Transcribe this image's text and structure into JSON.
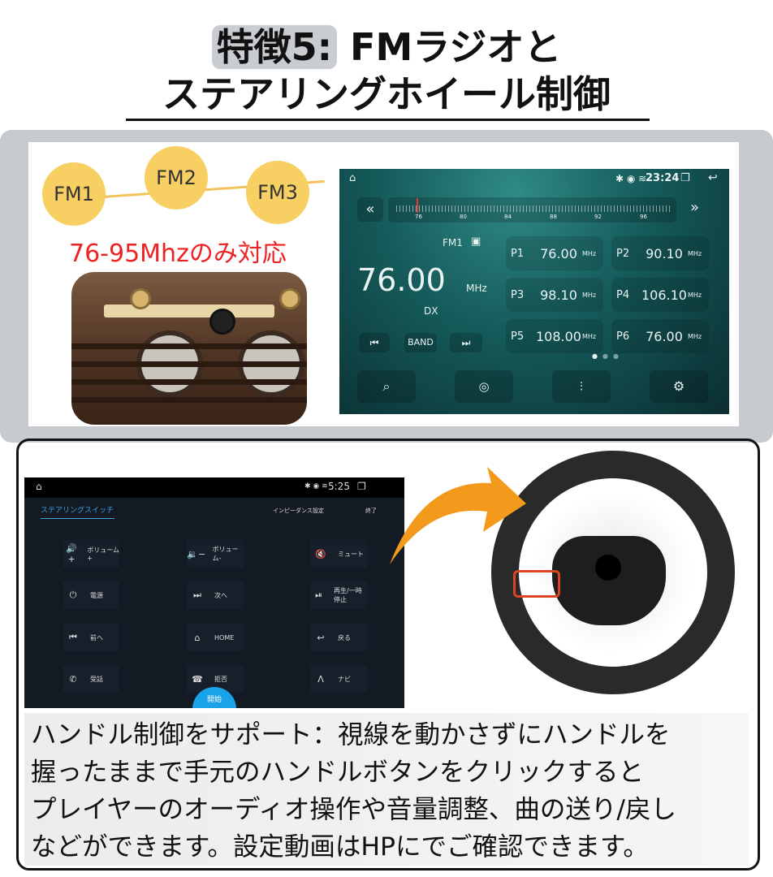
{
  "title": {
    "badge": "特徴5:",
    "line1_rest": " FMラジオと",
    "line2": "ステアリングホイール制御"
  },
  "radio_promo": {
    "bands": [
      "FM1",
      "FM2",
      "FM3"
    ],
    "range_note": "76-95Mhzのみ対応"
  },
  "radio_screen": {
    "time": "23:24",
    "scale_ticks": [
      "76",
      "80",
      "84",
      "88",
      "92",
      "96"
    ],
    "band_label": "FM1",
    "frequency": "76.00",
    "unit": "MHz",
    "dx": "DX",
    "band_button": "BAND",
    "presets": [
      {
        "p": "P1",
        "f": "76.00"
      },
      {
        "p": "P2",
        "f": "90.10"
      },
      {
        "p": "P3",
        "f": "98.10"
      },
      {
        "p": "P4",
        "f": "106.10"
      },
      {
        "p": "P5",
        "f": "108.00"
      },
      {
        "p": "P6",
        "f": "76.00"
      }
    ],
    "preset_unit": "MHz",
    "page_dots": 3,
    "active_page": 1
  },
  "steering_screen": {
    "time": "5:25",
    "tab": "ステアリングスイッチ",
    "impedance": "インピーダンス設定",
    "exit": "終了",
    "keys": [
      {
        "icon": "🔊+",
        "label": "ボリューム+"
      },
      {
        "icon": "🔉−",
        "label": "ボリューム-"
      },
      {
        "icon": "🔇",
        "label": "ミュート"
      },
      {
        "icon": "⏻",
        "label": "電源"
      },
      {
        "icon": "⏭",
        "label": "次へ"
      },
      {
        "icon": "⏯",
        "label": "再生/一時停止"
      },
      {
        "icon": "⏮",
        "label": "前へ"
      },
      {
        "icon": "⌂",
        "label": "HOME"
      },
      {
        "icon": "↩",
        "label": "戻る"
      },
      {
        "icon": "✆",
        "label": "受話"
      },
      {
        "icon": "☎",
        "label": "拒否"
      },
      {
        "icon": "Λ",
        "label": "ナビ"
      }
    ],
    "start": "開始"
  },
  "description": [
    "ハンドル制御をサポート：視線を動かさずにハンドルを",
    "握ったままで手元のハンドルボタンをクリックすると",
    "プレイヤーのオーディオ操作や音量調整、曲の送り/戻し",
    "などができます。設定動画はHPにでご確認できます。"
  ],
  "colors": {
    "accent_red": "#e22222",
    "screen_teal": "#155a5a",
    "start_button": "#1aa3e8",
    "arrow": "#f39a1c"
  }
}
